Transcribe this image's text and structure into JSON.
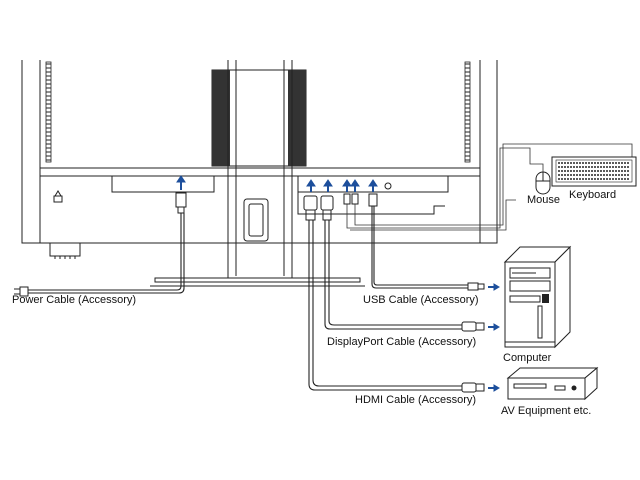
{
  "labels": {
    "power_cable": "Power Cable (Accessory)",
    "usb_cable": "USB Cable (Accessory)",
    "displayport_cable": "DisplayPort Cable (Accessory)",
    "hdmi_cable": "HDMI Cable (Accessory)",
    "computer": "Computer",
    "av_equipment": "AV Equipment etc.",
    "mouse": "Mouse",
    "keyboard": "Keyboard"
  },
  "colors": {
    "arrow": "#1d4f9c",
    "line": "#222222"
  }
}
